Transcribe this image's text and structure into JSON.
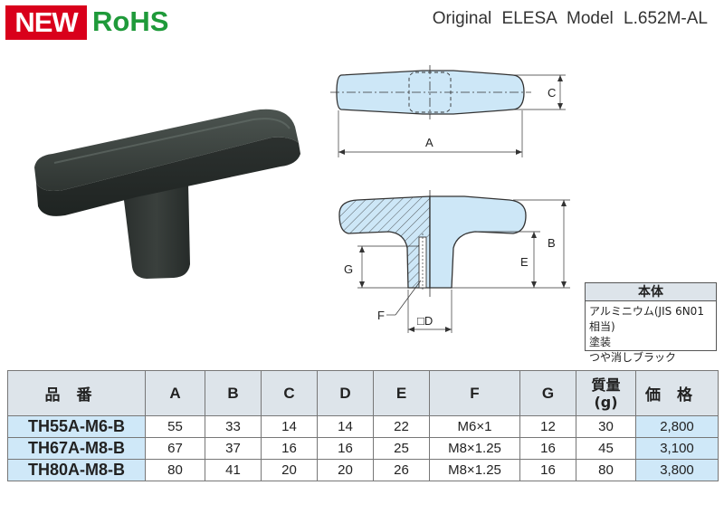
{
  "badges": {
    "new": "NEW",
    "rohs": "RoHS"
  },
  "model": "Original ELESA Model L.652M-AL",
  "drawing": {
    "labels": {
      "a": "A",
      "b": "B",
      "c": "C",
      "d": "□D",
      "e": "E",
      "f": "F",
      "g": "G"
    }
  },
  "material": {
    "title": "本体",
    "lines": [
      "アルミニウム(JIS 6N01相当)",
      "塗装",
      "つや消しブラック"
    ]
  },
  "table": {
    "headers": [
      "品番",
      "A",
      "B",
      "C",
      "D",
      "E",
      "F",
      "G",
      "質量",
      "(g)",
      "価格"
    ],
    "rows": [
      {
        "part": "TH55A-M6-B",
        "a": "55",
        "b": "33",
        "c": "14",
        "d": "14",
        "e": "22",
        "f": "M6×1",
        "g": "12",
        "mass": "30",
        "price": "2,800"
      },
      {
        "part": "TH67A-M8-B",
        "a": "67",
        "b": "37",
        "c": "16",
        "d": "16",
        "e": "25",
        "f": "M8×1.25",
        "g": "16",
        "mass": "45",
        "price": "3,100"
      },
      {
        "part": "TH80A-M8-B",
        "a": "80",
        "b": "41",
        "c": "20",
        "d": "20",
        "e": "26",
        "f": "M8×1.25",
        "g": "16",
        "mass": "80",
        "price": "3,800"
      }
    ]
  },
  "colors": {
    "new_badge": "#d9001b",
    "rohs": "#1f9a3a",
    "drawing_fill": "#cde7f7",
    "header_bg": "#dde4ea",
    "highlight": "#cfe8f8"
  }
}
